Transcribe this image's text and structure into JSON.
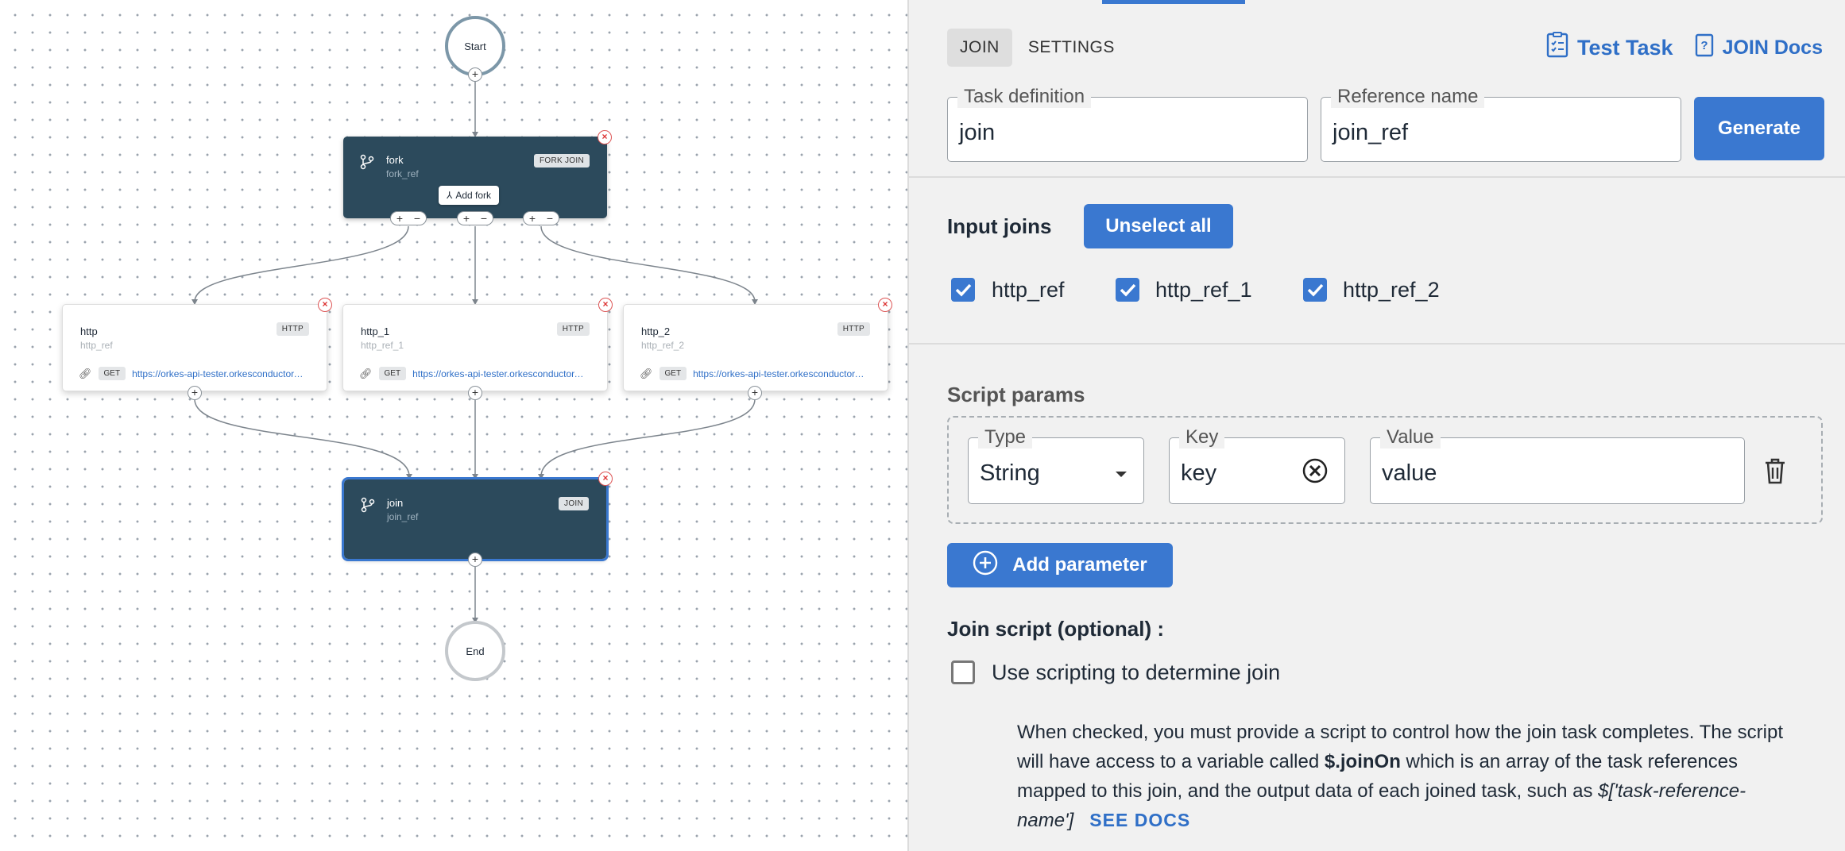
{
  "canvas": {
    "start_label": "Start",
    "end_label": "End",
    "fork_node": {
      "title": "fork",
      "ref": "fork_ref",
      "badge": "FORK JOIN",
      "add_fork_label": "Add fork"
    },
    "http_nodes": [
      {
        "title": "http",
        "ref": "http_ref",
        "badge": "HTTP",
        "method": "GET",
        "url": "https://orkes-api-tester.orkesconductor.com"
      },
      {
        "title": "http_1",
        "ref": "http_ref_1",
        "badge": "HTTP",
        "method": "GET",
        "url": "https://orkes-api-tester.orkesconductor.com"
      },
      {
        "title": "http_2",
        "ref": "http_ref_2",
        "badge": "HTTP",
        "method": "GET",
        "url": "https://orkes-api-tester.orkesconductor.com"
      }
    ],
    "join_node": {
      "title": "join",
      "ref": "join_ref",
      "badge": "JOIN"
    }
  },
  "panel": {
    "tabs": [
      {
        "label": "JOIN",
        "active": true
      },
      {
        "label": "SETTINGS",
        "active": false
      }
    ],
    "test_task_label": "Test Task",
    "docs_label": "JOIN Docs",
    "task_definition": {
      "legend": "Task definition",
      "value": "join"
    },
    "reference_name": {
      "legend": "Reference name",
      "value": "join_ref"
    },
    "generate_label": "Generate",
    "input_joins": {
      "title": "Input joins",
      "unselect_label": "Unselect all",
      "items": [
        {
          "label": "http_ref",
          "checked": true
        },
        {
          "label": "http_ref_1",
          "checked": true
        },
        {
          "label": "http_ref_2",
          "checked": true
        }
      ]
    },
    "script_params": {
      "title": "Script params",
      "type_legend": "Type",
      "type_value": "String",
      "key_legend": "Key",
      "key_value": "key",
      "value_legend": "Value",
      "value_value": "value"
    },
    "add_parameter_label": "Add parameter",
    "join_script": {
      "title": "Join script (optional) :",
      "checkbox_label": "Use scripting to determine join",
      "checked": false,
      "desc_part1": "When checked, you must provide a script to control how the join task completes. The script will have access to a variable called ",
      "desc_bold": "$.joinOn",
      "desc_part2": " which is an array of the task references mapped to this join, and the output data of each joined task, such as ",
      "desc_italic": "$['task-reference-name']",
      "see_docs_label": "SEE DOCS"
    },
    "accent_color": "#3a78d0",
    "node_color": "#2c4a5c"
  }
}
